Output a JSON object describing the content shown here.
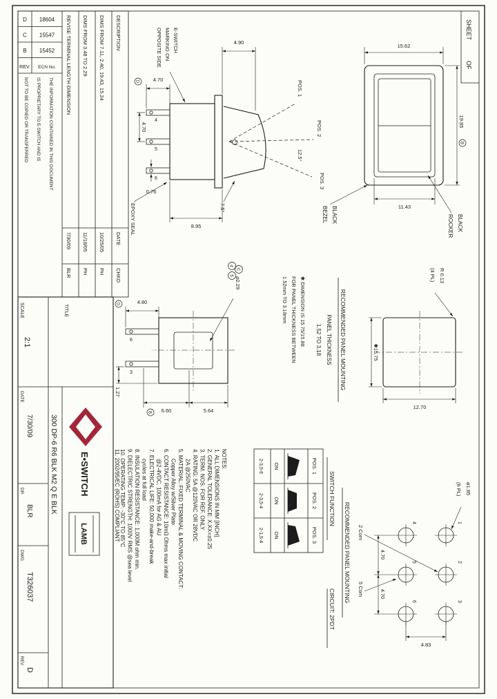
{
  "colors": {
    "ink": "#1c1c1c",
    "accent_red": "#a32638",
    "paper": "#fcfcf9"
  },
  "sheet": {
    "sheet_label": "SHEET",
    "of_label": "OF"
  },
  "revision_table": {
    "rev_header": "REV.",
    "ecn_header": "ECN No.",
    "desc_header": "DESCRIPTION",
    "date_header": "DATE",
    "chkd_header": "CHKD",
    "rows": [
      {
        "rev": "D",
        "ecn": "18604",
        "desc": "REVISE TERMINAL LENGTH DIMENSION",
        "date": "7/30/09",
        "chkd": "BLR"
      },
      {
        "rev": "C",
        "ecn": "15547",
        "desc": "DIMS FROM 3.48 TO 2.29",
        "date": "11/18/05",
        "chkd": "PH"
      },
      {
        "rev": "B",
        "ecn": "15452",
        "desc": "DIMS FROM 7.11, 2.40, 19.43, 15.24",
        "date": "10/25/05",
        "chkd": "PH"
      }
    ],
    "proprietary": [
      "THE INFORMATION CONTAINED IN THIS DOCUMENT",
      "IS PROPRIETARY TO E-SWITCH AND IS",
      "NOT TO BE COPIED OR TRANSFERRED"
    ]
  },
  "front_view": {
    "dim_l": "19.85",
    "dim_w": "15.62",
    "dim_rocker": "11.43",
    "label_rocker": [
      "BLACK",
      "ROCKER"
    ],
    "label_bezel": [
      "BLACK",
      "BEZEL"
    ],
    "flag_b": "B"
  },
  "cutout": {
    "heading": "RECOMMENDED PANEL MOUNTING",
    "sub1": "PANEL THICKNESS",
    "sub2": "1.52 TO 3.18",
    "dim_w": "✱15.75",
    "dim_h": "12.70",
    "radius": "R 0.13",
    "radius2": "(4 PL)",
    "note": [
      "✱ DIMENSION IS 15.75/15.88",
      "FOR PANEL THICKNESS BETWEEN",
      "1.52mm TO 3.18mm"
    ]
  },
  "side_view": {
    "pos1": "POS. 1",
    "pos2": "POS. 2",
    "pos3": "POS. 3",
    "ang_pos": "12.5°",
    "ang_rocker": "7.5°",
    "dim_height": "8.95",
    "dim_front": "4.90",
    "dim_pin_len": "4.70",
    "dim_pin_pitch": "4.70",
    "dim_pin_w": "0.76",
    "t4": "4",
    "t5": "5",
    "t6": "6",
    "epoxy": "EPOXY SEAL",
    "marking": [
      "E-SWITCH",
      "MARKING ON",
      "OPPOSITE SIDE"
    ],
    "ref4": "4",
    "ref5": "5",
    "flag_d": "D"
  },
  "bottom_view": {
    "dim_pin": "4.80",
    "dim_off": "1.27",
    "dim_a": "5.64",
    "dim_b": "6.60",
    "dim_d": "⌀2.29",
    "t6": "6",
    "t3": "3",
    "flag_c": "C",
    "flag_b": "B",
    "flag_d": "D"
  },
  "pcb": {
    "heading": "RECOMMENDED PANEL MOUNTING",
    "hole": "ø1.85",
    "hole2": "(6 PL)",
    "pitch1": "4.70",
    "pitch2": "4.70",
    "row_pitch": "4.83",
    "com2": "2 Com",
    "com5": "5 Com",
    "t": [
      "1",
      "2",
      "3",
      "4",
      "5",
      "6"
    ]
  },
  "function_table": {
    "heading": "SWITCH FUNCTION",
    "circuit": "CIRCUIT: 2PDT",
    "headers": [
      "POS. 1",
      "POS. 2",
      "POS. 3"
    ],
    "on": [
      "ON",
      "ON",
      "ON"
    ],
    "conn": [
      "2-3,5-6",
      "2-3,5-4",
      "2-1,5-4"
    ]
  },
  "notes": [
    "NOTES:",
    "1. ALL DIMENSIONS IN MM [INCH]",
    "2. GENERAL TOLERANCE: X.XX=±0.25",
    "3. TERM. NOS. FOR REF. ONLY",
    "4. RATING: 5A @120VAC OR 28VDC",
    "2A @250VAC",
    "5. MATERIAL: FIXED TERMINAL & MOVING CONTACT:",
    "Copper Alloy w/Silver Plate",
    "6. CONTACT RESISTANCE: 10mΩ Ohms max initial",
    "@2-4VDC, 100mA for AG & AU",
    "7. ELECTRICAL LIFE: 50,000 make-and-break",
    "cycles at full load",
    "8. INSULATION RESISTANCE: 1,000M ohm min.",
    "9. DIELECTRIC STRENGTH: 1000V RMS @sea level",
    "10. OPERATING TEMP: -30°C TO 85°C",
    "11. 2002/95/EC (ROHS) COMPLIANT"
  ],
  "title_block": {
    "title_label": "TITLE",
    "title": "300 DP-6 R6 BLK M2 Q E BLK",
    "scale_label": "SCALE",
    "scale": "2:1",
    "date_label": "DATE",
    "date": "7/30/09",
    "dr_label": "DR",
    "drawn_by": "BLR",
    "dwg_label": "DWG",
    "dwg_no": "T326037",
    "rev_label": "REV",
    "rev": "D",
    "brand": "E•SWITCH",
    "brand2": "LAMB"
  }
}
